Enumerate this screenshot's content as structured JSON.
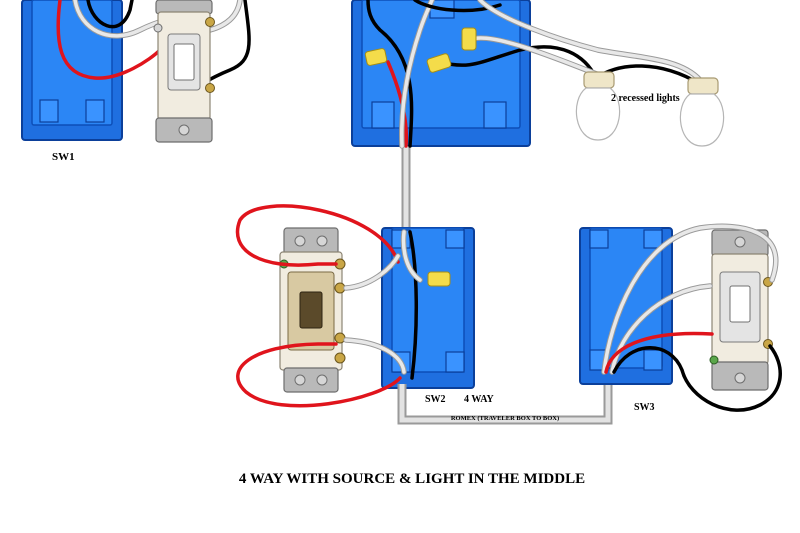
{
  "labels": {
    "sw1": "SW1",
    "sw2": "SW2",
    "sw2_type": "4 WAY",
    "sw3": "SW3",
    "lights": "2 recessed lights",
    "romex": "ROMEX (TRAVELER BOX TO BOX)",
    "title": "4 WAY WITH SOURCE & LIGHT IN THE MIDDLE"
  },
  "colors": {
    "box": "#1f6fe0",
    "hot_wire": "#000000",
    "neutral_wire": "#e8e8e8",
    "traveler_wire": "#e0141c",
    "wire_nut": "#f4dc4a"
  }
}
